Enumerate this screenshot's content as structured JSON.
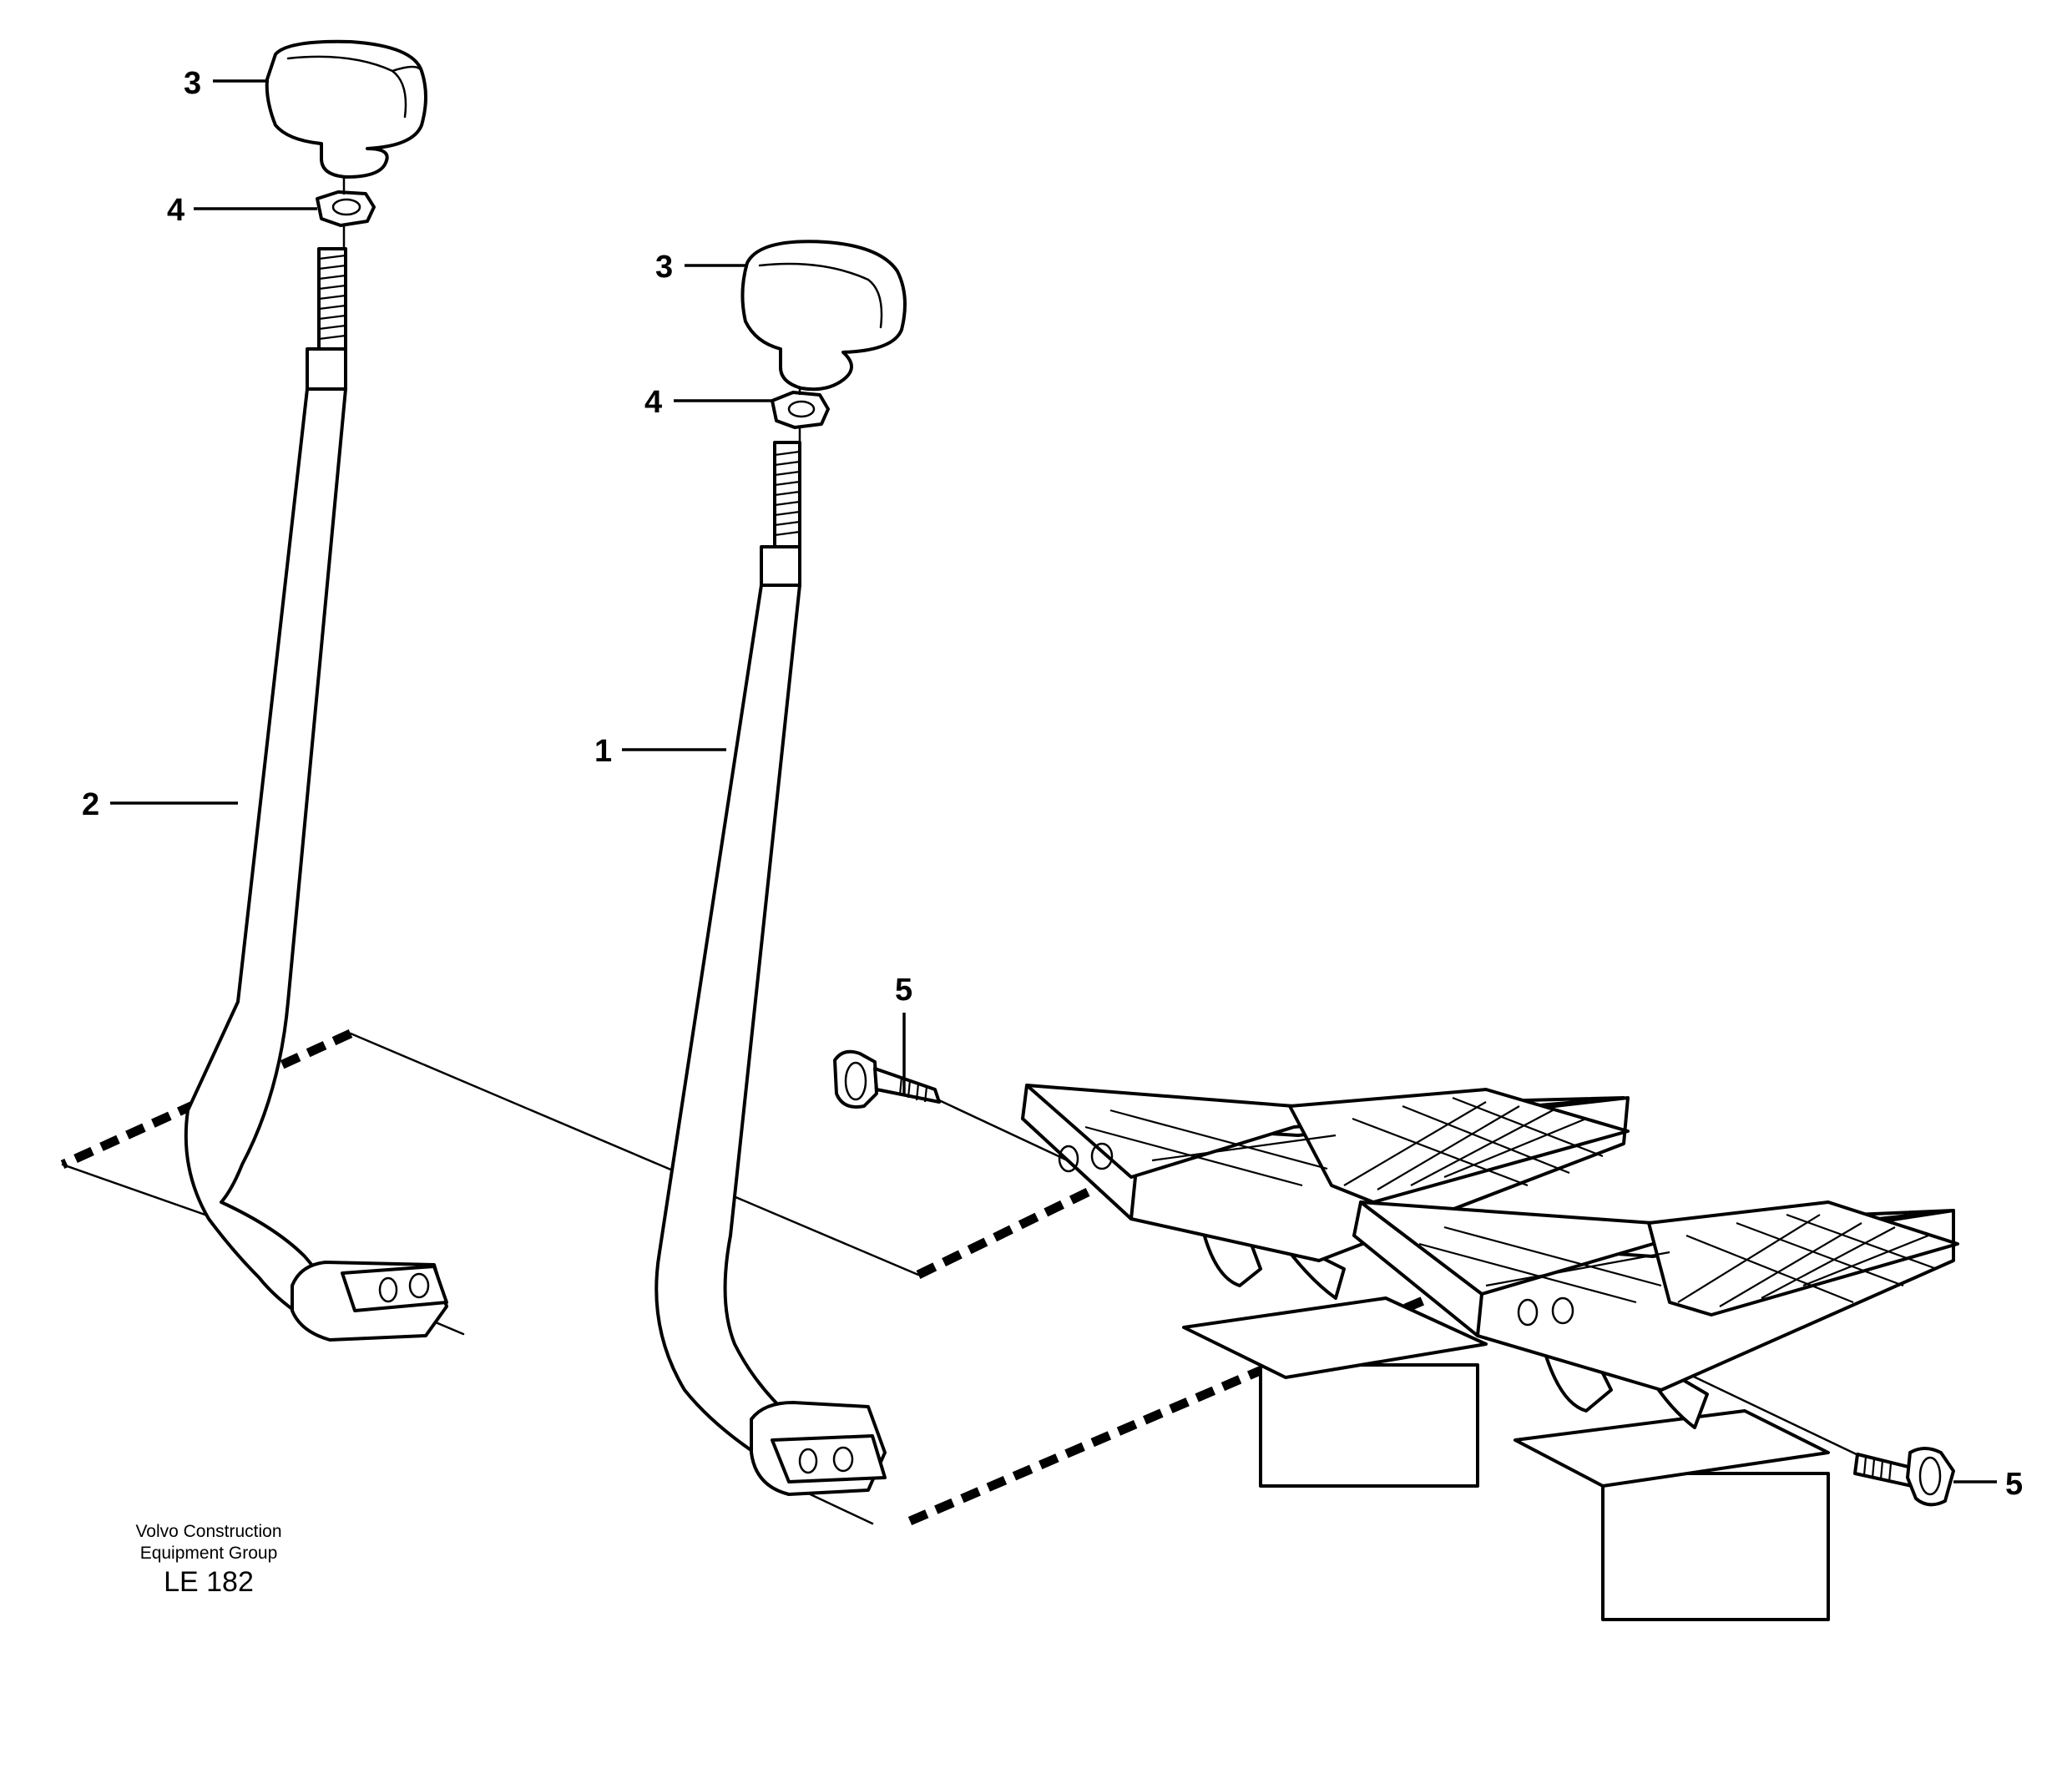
{
  "callouts": {
    "left_lever": "2",
    "right_lever": "1",
    "left_knob": "3",
    "right_knob": "3",
    "left_nut": "4",
    "right_nut": "4",
    "bolt_upper": "5",
    "bolt_lower": "5"
  },
  "caption": {
    "company_line1": "Volvo Construction",
    "company_line2": "Equipment Group",
    "reference": "LE 182"
  }
}
